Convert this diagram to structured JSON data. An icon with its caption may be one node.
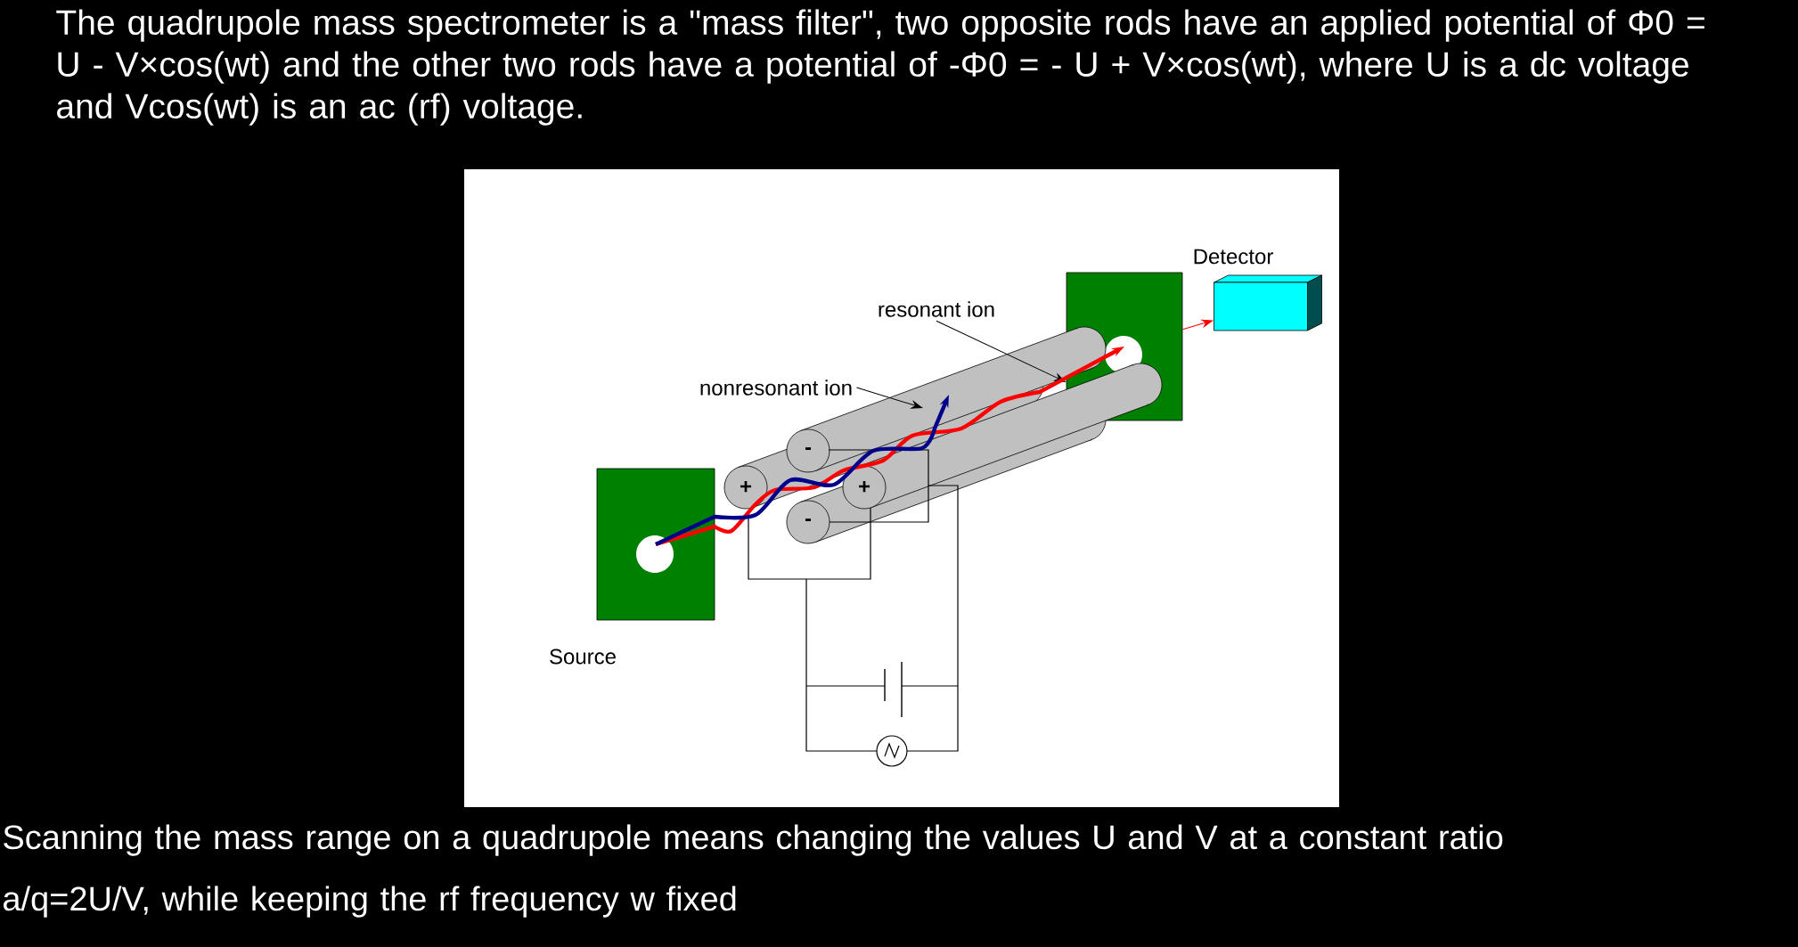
{
  "diagram": {
    "title": "The quadrupole mass spectrometer is a \"mass filter\", two opposite rods have an applied potential of Φ0 = U - V×cos(wt) and the other two rods have a potential of -Φ0 = - U + V×cos(wt), where U is a dc voltage and Vcos(wt) is an ac (rf) voltage.",
    "caption": "Scanning the mass range on a quadrupole means changing the values U and V at a constant ratio a/q=2U/V, while keeping the rf frequency w fixed",
    "nodes": [
      {
        "text": [
          "Source"
        ]
      },
      {
        "text": [
          "Detector"
        ]
      },
      {
        "text": [
          "nonresonant ion"
        ]
      },
      {
        "text": [
          "resonant ion"
        ]
      },
      {
        "text": [],
        "shape": "box"
      }
    ],
    "edges": [
      {
        "from": 2,
        "to": null,
        "arrow": "to"
      },
      {
        "from": 3,
        "to": 4,
        "arrow": "to"
      },
      {
        "from": 4,
        "to": 1,
        "arrow": "to",
        "color": "#ff0000"
      },
      {
        "from": 0,
        "to": 4,
        "arrow": "to",
        "style": "thick",
        "color": "#ff0000"
      },
      {
        "from": 0,
        "to": null,
        "arrow": "to",
        "style": "thick",
        "color": "#00008b"
      }
    ],
    "labels": [
      "-",
      "+",
      "+",
      "-"
    ]
  }
}
